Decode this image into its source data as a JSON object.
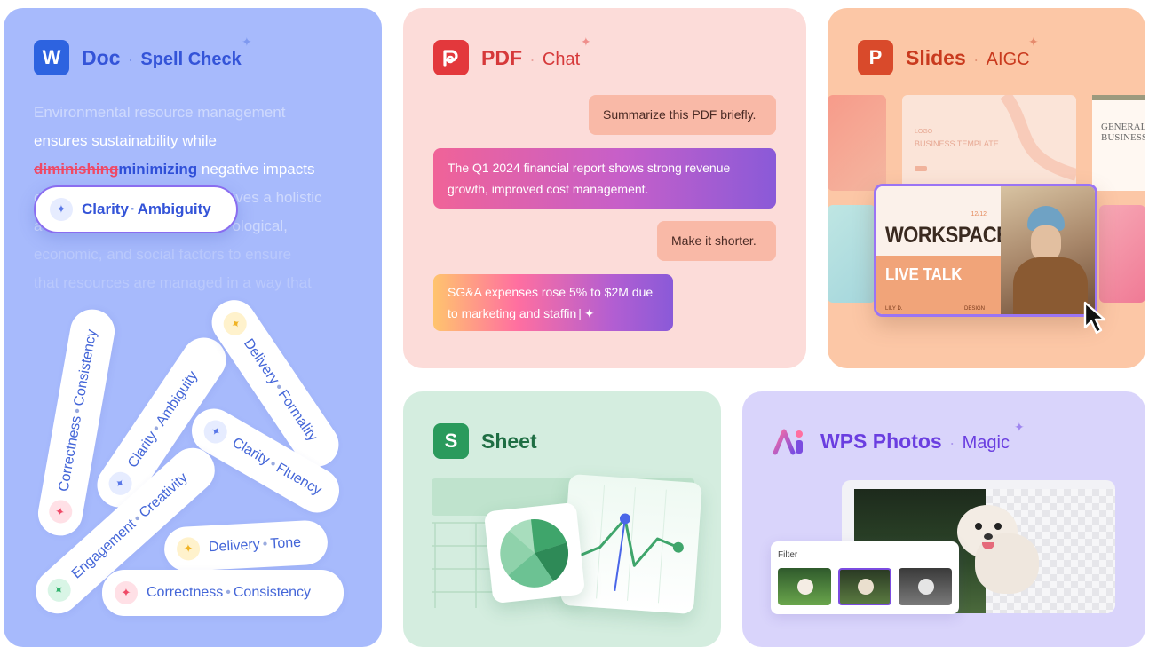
{
  "doc": {
    "title": "Doc",
    "subtitle": "Spell Check",
    "logo_letter": "W",
    "text": {
      "line1": "Environmental resource management",
      "line2": "ensures sustainability while",
      "strike": "diminishing",
      "replacement": "minimizing",
      "line3_rest": " negative impacts",
      "line4_start": "o",
      "line4_end": "ives a holistic",
      "line5_start": "a",
      "line5_end": "ological,",
      "line6": "economic, and social factors to ensure",
      "line7": "that resources are managed in a way that"
    },
    "suggestion": {
      "a": "Clarity",
      "b": "Ambiguity"
    },
    "pills": [
      {
        "a": "Correctness",
        "b": "Consistency"
      },
      {
        "a": "Clarity",
        "b": "Ambiguity"
      },
      {
        "a": "Delivery",
        "b": "Formality"
      },
      {
        "a": "Clarity",
        "b": "Fluency"
      },
      {
        "a": "Engagement",
        "b": "Creativity"
      },
      {
        "a": "Delivery",
        "b": "Tone"
      },
      {
        "a": "Correctness",
        "b": "Consistency"
      }
    ]
  },
  "pdf": {
    "title": "PDF",
    "subtitle": "Chat",
    "messages": [
      {
        "role": "user",
        "text": "Summarize this PDF briefly."
      },
      {
        "role": "ai",
        "text": "The Q1 2024 financial report shows strong revenue growth, improved cost management."
      },
      {
        "role": "user",
        "text": "Make it shorter."
      },
      {
        "role": "ai",
        "text_line1": "SG&A expenses rose 5% to $2M due",
        "text_line2": "to marketing and staffin"
      }
    ]
  },
  "slides": {
    "title": "Slides",
    "subtitle": "AIGC",
    "logo_letter": "P",
    "template_logo": "LOGO",
    "template_title": "BUSINESS TEMPLATE",
    "general_text": "GENERAL BUSINESS",
    "slide_date": "12/12",
    "slide_title": "WORKSPACE",
    "slide_subtitle": "LIVE TALK",
    "slide_author": "LILY D.",
    "slide_design": "DESIGN"
  },
  "sheet": {
    "title": "Sheet",
    "logo_letter": "S"
  },
  "photos": {
    "title": "WPS Photos",
    "subtitle": "Magic",
    "filter_label": "Filter"
  },
  "colors": {
    "doc_bg": "#a7bafc",
    "pdf_bg": "#fcdcd9",
    "slides_bg": "#fcc7a6",
    "sheet_bg": "#d4eddf",
    "photos_bg": "#d9d4fb",
    "word_blue": "#2d63e0",
    "pdf_red": "#e3383c",
    "ppt_orange": "#d94a2b",
    "sheet_green": "#2a9a5c",
    "photos_purple": "#7b4ce0"
  },
  "icons": [
    "word-icon",
    "pdf-icon",
    "ppt-icon",
    "sheet-icon",
    "photos-icon",
    "sparkle-icon",
    "cursor-icon"
  ]
}
